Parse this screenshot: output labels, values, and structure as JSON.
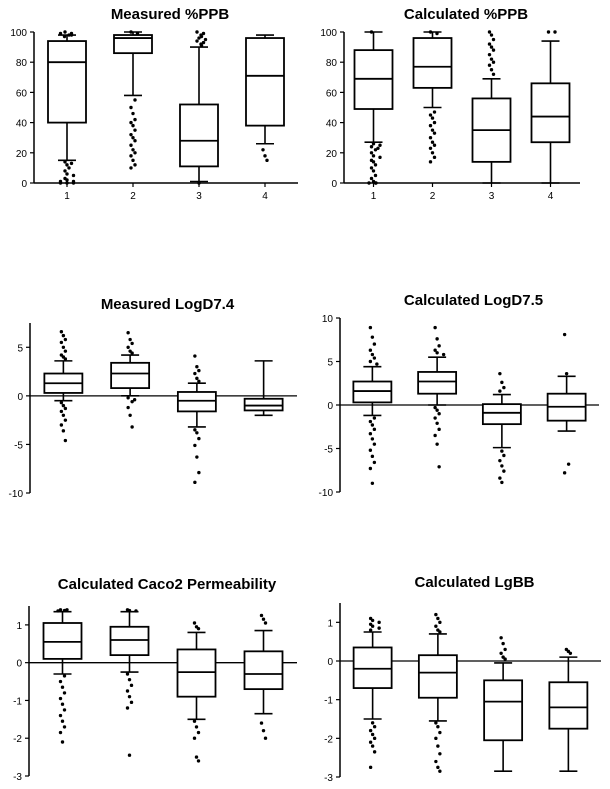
{
  "chart_data": [
    {
      "type": "box",
      "title": "Measured %PPB",
      "categories": [
        "1",
        "2",
        "3",
        "4"
      ],
      "ylim": [
        0,
        100
      ],
      "yticks": [
        0,
        20,
        40,
        60,
        80,
        100
      ],
      "zero_line": false,
      "boxes": [
        {
          "min": 15,
          "q1": 40,
          "median": 80,
          "q3": 94,
          "max": 98
        },
        {
          "min": 58,
          "q1": 86,
          "median": 96,
          "q3": 98,
          "max": 100
        },
        {
          "min": 1,
          "q1": 11,
          "median": 28,
          "q3": 52,
          "max": 90
        },
        {
          "min": 26,
          "q1": 38,
          "median": 71,
          "q3": 96,
          "max": 98
        }
      ],
      "outliers": [
        [
          100,
          99,
          98,
          99,
          98,
          97,
          14,
          12,
          10,
          8,
          6,
          5,
          3,
          2,
          1,
          1,
          0,
          0,
          0,
          13
        ],
        [
          100,
          99,
          55,
          50,
          46,
          42,
          40,
          38,
          35,
          32,
          30,
          28,
          25,
          22,
          20,
          18,
          15,
          12,
          10
        ],
        [
          100,
          99,
          98,
          97,
          96,
          95,
          94,
          93,
          92,
          91,
          0
        ],
        [
          22,
          18,
          15
        ]
      ]
    },
    {
      "type": "box",
      "title": "Calculated %PPB",
      "categories": [
        "1",
        "2",
        "3",
        "4"
      ],
      "ylim": [
        0,
        100
      ],
      "yticks": [
        0,
        20,
        40,
        60,
        80,
        100
      ],
      "zero_line": false,
      "boxes": [
        {
          "min": 27,
          "q1": 49,
          "median": 69,
          "q3": 88,
          "max": 100
        },
        {
          "min": 50,
          "q1": 63,
          "median": 77,
          "q3": 96,
          "max": 100
        },
        {
          "min": 0,
          "q1": 14,
          "median": 35,
          "q3": 56,
          "max": 69
        },
        {
          "min": 0,
          "q1": 27,
          "median": 44,
          "q3": 66,
          "max": 94
        }
      ],
      "outliers": [
        [
          100,
          26,
          25,
          24,
          23,
          22,
          20,
          18,
          17,
          15,
          14,
          12,
          10,
          8,
          5,
          3,
          1,
          0,
          0,
          0
        ],
        [
          100,
          99,
          47,
          45,
          43,
          40,
          38,
          35,
          33,
          30,
          27,
          25,
          23,
          20,
          17,
          14
        ],
        [
          100,
          98,
          95,
          92,
          90,
          88,
          85,
          82,
          80,
          78,
          75,
          72
        ],
        [
          100,
          100
        ]
      ]
    },
    {
      "type": "box",
      "title": "Measured LogD7.4",
      "categories": [
        "1",
        "2",
        "3",
        "4"
      ],
      "ylim": [
        -10,
        7.5
      ],
      "yticks": [
        -10,
        -5,
        0,
        5
      ],
      "zero_line": true,
      "boxes": [
        {
          "min": -0.5,
          "q1": 0.3,
          "median": 1.3,
          "q3": 2.3,
          "max": 3.6
        },
        {
          "min": 0.0,
          "q1": 0.8,
          "median": 2.3,
          "q3": 3.4,
          "max": 4.2
        },
        {
          "min": -3.2,
          "q1": -1.6,
          "median": -0.5,
          "q3": 0.4,
          "max": 1.3
        },
        {
          "min": -2.0,
          "q1": -1.5,
          "median": -1.0,
          "q3": -0.3,
          "max": 3.6
        }
      ],
      "outliers": [
        [
          6.6,
          6.2,
          5.8,
          5.5,
          5.0,
          4.6,
          4.2,
          4.0,
          3.8,
          -0.7,
          -1.0,
          -1.3,
          -1.6,
          -2.0,
          -2.5,
          -3.0,
          -3.6,
          -4.6
        ],
        [
          6.5,
          5.8,
          5.4,
          5.0,
          4.6,
          4.4,
          -0.2,
          -0.4,
          -0.6,
          -1.2,
          -2.0,
          -3.2
        ],
        [
          4.1,
          3.0,
          2.6,
          2.3,
          1.8,
          1.5,
          -3.5,
          -3.8,
          -4.4,
          -5.1,
          -6.3,
          -7.9,
          -8.9
        ],
        []
      ]
    },
    {
      "type": "box",
      "title": "Calculated LogD7.5",
      "categories": [
        "1",
        "2",
        "3",
        "4"
      ],
      "ylim": [
        -10,
        10
      ],
      "yticks": [
        -10,
        -5,
        0,
        5,
        10
      ],
      "zero_line": true,
      "boxes": [
        {
          "min": -1.2,
          "q1": 0.3,
          "median": 1.6,
          "q3": 2.7,
          "max": 4.4
        },
        {
          "min": 0.0,
          "q1": 1.3,
          "median": 2.7,
          "q3": 3.8,
          "max": 5.5
        },
        {
          "min": -4.9,
          "q1": -2.2,
          "median": -0.9,
          "q3": 0.1,
          "max": 1.2
        },
        {
          "min": -3.0,
          "q1": -1.8,
          "median": -0.2,
          "q3": 1.3,
          "max": 3.3
        }
      ],
      "outliers": [
        [
          8.9,
          7.8,
          7.0,
          6.3,
          5.8,
          5.4,
          5.0,
          4.7,
          -1.5,
          -1.9,
          -2.3,
          -2.8,
          -3.3,
          -3.9,
          -4.5,
          -5.2,
          -5.9,
          -6.6,
          -7.3,
          -9.0
        ],
        [
          8.9,
          7.6,
          6.8,
          6.3,
          6.0,
          5.8,
          -0.3,
          -0.6,
          -1.0,
          -1.5,
          -2.1,
          -2.8,
          -3.5,
          -4.5,
          -7.1
        ],
        [
          3.6,
          2.6,
          2.0,
          1.6,
          -5.3,
          -5.8,
          -6.4,
          -7.0,
          -7.6,
          -8.4,
          -8.9
        ],
        [
          8.1,
          3.6,
          -6.8,
          -7.8
        ]
      ]
    },
    {
      "type": "box",
      "title": "Calculated Caco2 Permeability",
      "categories": [
        "1",
        "2",
        "3",
        "4"
      ],
      "ylim": [
        -3,
        1.5
      ],
      "yticks": [
        -3,
        -2,
        -1,
        0,
        1
      ],
      "zero_line": true,
      "boxes": [
        {
          "min": -0.3,
          "q1": 0.1,
          "median": 0.55,
          "q3": 1.05,
          "max": 1.35
        },
        {
          "min": -0.25,
          "q1": 0.2,
          "median": 0.6,
          "q3": 0.95,
          "max": 1.35
        },
        {
          "min": -1.5,
          "q1": -0.9,
          "median": -0.25,
          "q3": 0.35,
          "max": 0.8
        },
        {
          "min": -1.35,
          "q1": -0.7,
          "median": -0.3,
          "q3": 0.3,
          "max": 0.85
        }
      ],
      "outliers": [
        [
          1.4,
          1.4,
          1.38,
          1.38,
          1.37,
          -0.35,
          -0.5,
          -0.65,
          -0.8,
          -0.95,
          -1.1,
          -1.25,
          -1.4,
          -1.55,
          -1.7,
          -1.85,
          -2.1
        ],
        [
          1.4,
          1.38,
          1.37,
          -0.3,
          -0.45,
          -0.6,
          -0.75,
          -0.9,
          -1.05,
          -1.2,
          -2.45
        ],
        [
          1.05,
          0.95,
          0.9,
          -1.55,
          -1.7,
          -1.85,
          -2.0,
          -2.5,
          -2.6
        ],
        [
          1.25,
          1.15,
          1.05,
          -1.6,
          -1.8,
          -2.0
        ]
      ]
    },
    {
      "type": "box",
      "title": "Calculated LgBB",
      "categories": [
        "1",
        "2",
        "3",
        "4"
      ],
      "ylim": [
        -3,
        1.5
      ],
      "yticks": [
        -3,
        -2,
        -1,
        0,
        1
      ],
      "zero_line": true,
      "boxes": [
        {
          "min": -1.5,
          "q1": -0.7,
          "median": -0.2,
          "q3": 0.35,
          "max": 0.75
        },
        {
          "min": -1.55,
          "q1": -0.95,
          "median": -0.3,
          "q3": 0.15,
          "max": 0.7
        },
        {
          "min": -2.85,
          "q1": -2.05,
          "median": -1.05,
          "q3": -0.5,
          "max": -0.05
        },
        {
          "min": -2.85,
          "q1": -1.75,
          "median": -1.2,
          "q3": -0.55,
          "max": 0.1
        }
      ],
      "outliers": [
        [
          1.1,
          1.05,
          1.0,
          0.95,
          0.9,
          0.85,
          0.8,
          -1.6,
          -1.7,
          -1.8,
          -1.9,
          -2.0,
          -2.1,
          -2.2,
          -2.35,
          -2.75
        ],
        [
          1.2,
          1.1,
          1.0,
          0.9,
          0.8,
          0.75,
          -1.6,
          -1.7,
          -1.85,
          -2.0,
          -2.2,
          -2.4,
          -2.6,
          -2.75,
          -2.85
        ],
        [
          0.6,
          0.45,
          0.3,
          0.2,
          0.1,
          0.05
        ],
        [
          0.3,
          0.25,
          0.2
        ]
      ]
    }
  ]
}
